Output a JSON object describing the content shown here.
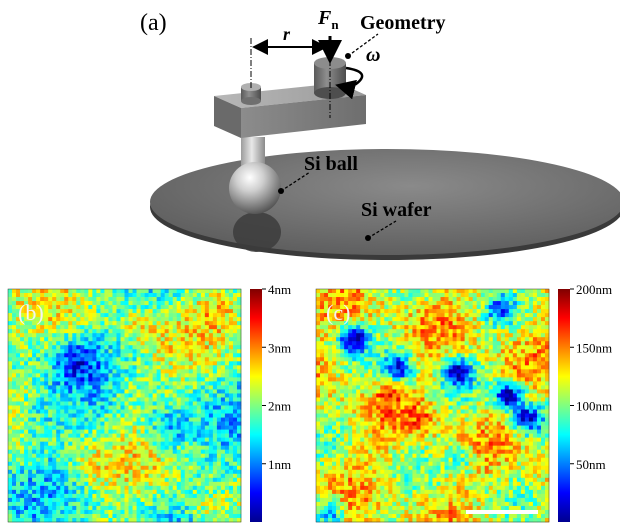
{
  "panel_a": {
    "label": "(a)",
    "force_label": "F",
    "force_subscript": "n",
    "radius_label": "r",
    "omega_label": "ω",
    "geometry_label": "Geometry",
    "si_ball_label": "Si ball",
    "si_wafer_label": "Si wafer"
  },
  "panel_b": {
    "label": "(b)",
    "colorbar_ticks": [
      "4nm",
      "3nm",
      "2nm",
      "1nm"
    ],
    "colorbar_values": [
      4,
      3,
      2,
      1
    ],
    "colorbar_range": [
      0,
      4
    ]
  },
  "panel_c": {
    "label": "(c)",
    "colorbar_ticks": [
      "200nm",
      "150nm",
      "100nm",
      "50nm"
    ],
    "colorbar_values": [
      200,
      150,
      100,
      50
    ],
    "colorbar_range": [
      0,
      200
    ]
  },
  "colors": {
    "jet": [
      "#00008f",
      "#0000ff",
      "#0080ff",
      "#00ffff",
      "#80ff80",
      "#ffff00",
      "#ff8000",
      "#ff0000",
      "#800000"
    ]
  }
}
